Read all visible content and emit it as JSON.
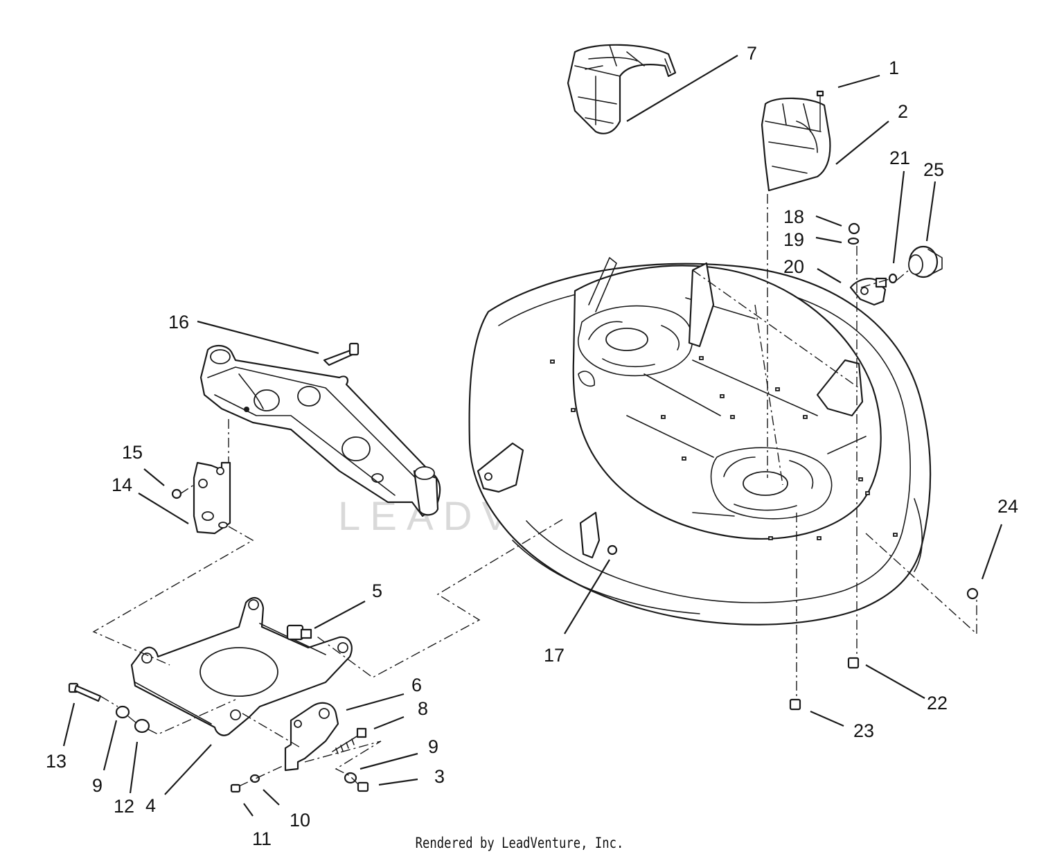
{
  "footer": "Rendered by LeadVenture, Inc.",
  "watermark": "LEADVENTURE",
  "callouts": [
    {
      "id": "c1",
      "label": "1"
    },
    {
      "id": "c2",
      "label": "2"
    },
    {
      "id": "c3",
      "label": "3"
    },
    {
      "id": "c4",
      "label": "4"
    },
    {
      "id": "c5",
      "label": "5"
    },
    {
      "id": "c6",
      "label": "6"
    },
    {
      "id": "c7",
      "label": "7"
    },
    {
      "id": "c8",
      "label": "8"
    },
    {
      "id": "c9a",
      "label": "9"
    },
    {
      "id": "c9b",
      "label": "9"
    },
    {
      "id": "c10",
      "label": "10"
    },
    {
      "id": "c11",
      "label": "11"
    },
    {
      "id": "c12",
      "label": "12"
    },
    {
      "id": "c13",
      "label": "13"
    },
    {
      "id": "c14",
      "label": "14"
    },
    {
      "id": "c15",
      "label": "15"
    },
    {
      "id": "c16",
      "label": "16"
    },
    {
      "id": "c17",
      "label": "17"
    },
    {
      "id": "c18",
      "label": "18"
    },
    {
      "id": "c19",
      "label": "19"
    },
    {
      "id": "c20",
      "label": "20"
    },
    {
      "id": "c21",
      "label": "21"
    },
    {
      "id": "c22",
      "label": "22"
    },
    {
      "id": "c23",
      "label": "23"
    },
    {
      "id": "c24",
      "label": "24"
    },
    {
      "id": "c25",
      "label": "25"
    }
  ]
}
